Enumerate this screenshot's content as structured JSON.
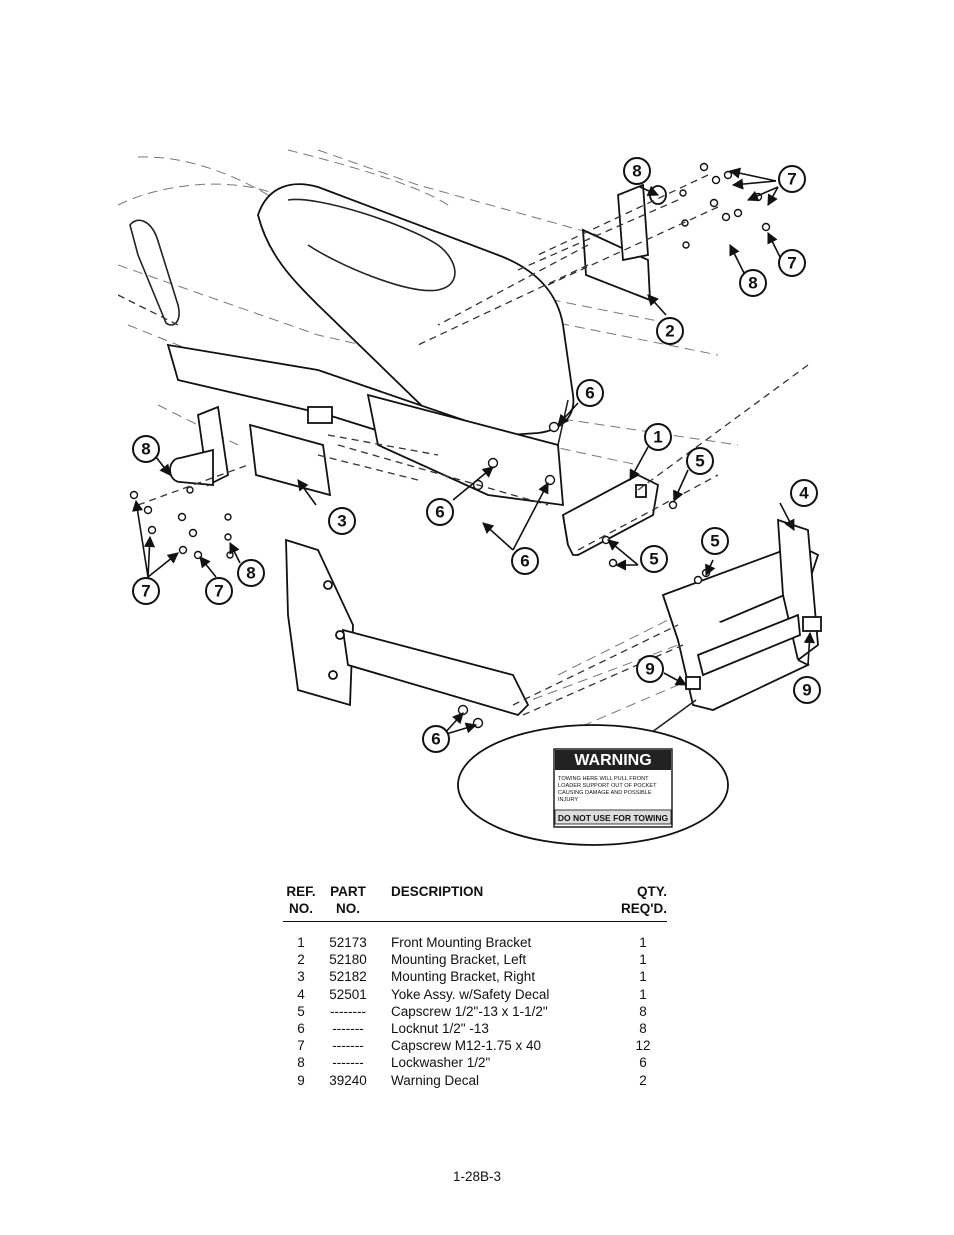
{
  "diagram": {
    "callouts": [
      "1",
      "2",
      "3",
      "4",
      "5",
      "6",
      "7",
      "8",
      "9"
    ],
    "decal": {
      "header": "WARNING",
      "body": [
        "TOWING HERE WILL PULL FRONT",
        "LOADER SUPPORT OUT OF POCKET",
        "CAUSING DAMAGE AND POSSIBLE",
        "INJURY"
      ],
      "footer": "DO NOT USE FOR TOWING"
    }
  },
  "parts_table": {
    "headers": {
      "ref_line1": "REF.",
      "ref_line2": "NO.",
      "part_line1": "PART",
      "part_line2": "NO.",
      "description": "DESCRIPTION",
      "qty_line1": "QTY.",
      "qty_line2": "REQ'D."
    },
    "rows": [
      {
        "ref": "1",
        "part": "52173",
        "description": "Front Mounting Bracket",
        "qty": "1"
      },
      {
        "ref": "2",
        "part": "52180",
        "description": "Mounting Bracket, Left",
        "qty": "1"
      },
      {
        "ref": "3",
        "part": "52182",
        "description": "Mounting Bracket, Right",
        "qty": "1"
      },
      {
        "ref": "4",
        "part": "52501",
        "description": "Yoke Assy. w/Safety Decal",
        "qty": "1"
      },
      {
        "ref": "5",
        "part": "--------",
        "description": "Capscrew 1/2\"-13 x 1-1/2\"",
        "qty": "8"
      },
      {
        "ref": "6",
        "part": "-------",
        "description": "Locknut 1/2\" -13",
        "qty": "8"
      },
      {
        "ref": "7",
        "part": "-------",
        "description": "Capscrew M12-1.75 x 40",
        "qty": "12"
      },
      {
        "ref": "8",
        "part": "-------",
        "description": "Lockwasher 1/2\"",
        "qty": "6"
      },
      {
        "ref": "9",
        "part": "39240",
        "description": "Warning Decal",
        "qty": "2"
      }
    ]
  },
  "footer": {
    "page_number": "1-28B-3"
  }
}
